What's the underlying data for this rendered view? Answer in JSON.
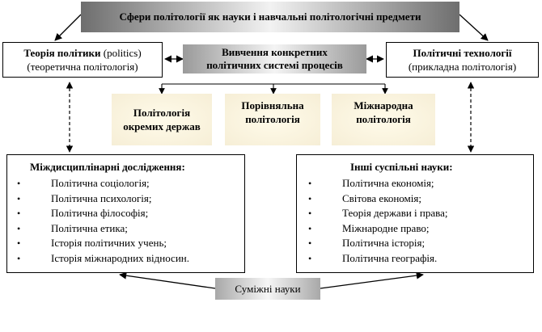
{
  "title": "Сфери політології як науки і навчальні політологічні предмети",
  "theory": {
    "main": "Теорія політики",
    "paren": " (politics)",
    "sub": "(теоретична політологія)"
  },
  "tech": {
    "main": "Політичні технології",
    "sub": "(прикладна політологія)"
  },
  "study": "Вивчення конкретних політичних системі процесів",
  "sub_boxes": [
    "Політологія окремих держав",
    "Порівняльна політологія",
    "Міжнародна політологія"
  ],
  "inter": {
    "heading": "Міждисциплінарні дослідження:",
    "items": [
      "Політична соціологія;",
      "Політична психологія;",
      "Політична філософія;",
      "Політична етика;",
      "Історія політичних учень;",
      "Історія міжнародних відносин."
    ]
  },
  "other": {
    "heading": "Інші суспільні науки:",
    "items": [
      "Політична економія;",
      "Світова економія;",
      "Теорія держави і права;",
      "Міжнародне право;",
      "Політична історія;",
      "Політична географія."
    ]
  },
  "related": "Суміжні науки",
  "bullet": "•"
}
